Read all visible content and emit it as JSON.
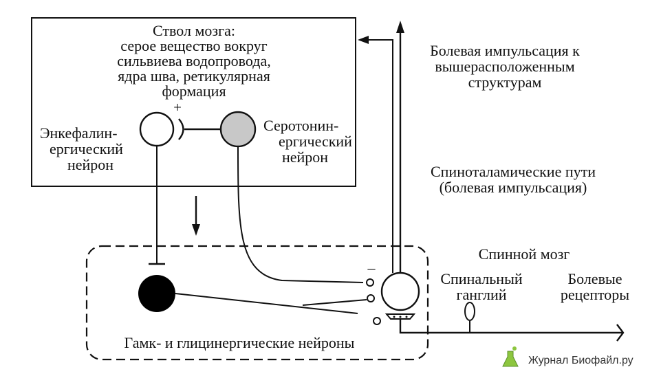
{
  "brainstem": {
    "title": "Ствол мозга:",
    "lines": [
      "серое вещество вокруг",
      "сильвиева водопровода,",
      "ядра шва, ретикулярная",
      "формация"
    ]
  },
  "enkephalin": {
    "lines": [
      "Энкефалин-",
      "ергический",
      "нейрон"
    ]
  },
  "serotonin": {
    "lines": [
      "Серотонин-",
      "ергический",
      "нейрон"
    ]
  },
  "plus_sign": "+",
  "minus_sign": "–",
  "pain_upward": {
    "lines": [
      "Болевая импульсация к",
      "вышерасположенным",
      "структурам"
    ]
  },
  "spinothalamic": {
    "lines": [
      "Спиноталамические пути",
      "(болевая импульсация)"
    ]
  },
  "spinal_cord": "Спинной мозг",
  "spinal_ganglion": {
    "lines": [
      "Спинальный",
      "ганглий"
    ]
  },
  "pain_receptors": {
    "lines": [
      "Болевые",
      "рецепторы"
    ]
  },
  "gaba_neurons": "Гамк- и глицинергические нейроны",
  "watermark": "Журнал Биофайл.ру",
  "colors": {
    "serotonin_fill": "#c8c8c8",
    "gaba_fill": "#000000",
    "line": "#111111"
  }
}
